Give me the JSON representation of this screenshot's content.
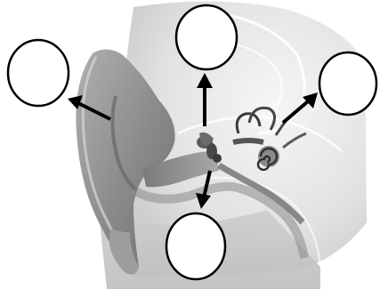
{
  "diagram": {
    "label_slots": [
      {
        "position": "left",
        "text": ""
      },
      {
        "position": "top",
        "text": ""
      },
      {
        "position": "right",
        "text": ""
      },
      {
        "position": "bottom",
        "text": ""
      }
    ]
  },
  "colors": {
    "background": "#ffffff",
    "ear": "#8f8f8f",
    "bone": "#e7e7e7",
    "arrow": "#000000",
    "circle_stroke": "#000000",
    "circle_fill": "#ffffff"
  }
}
